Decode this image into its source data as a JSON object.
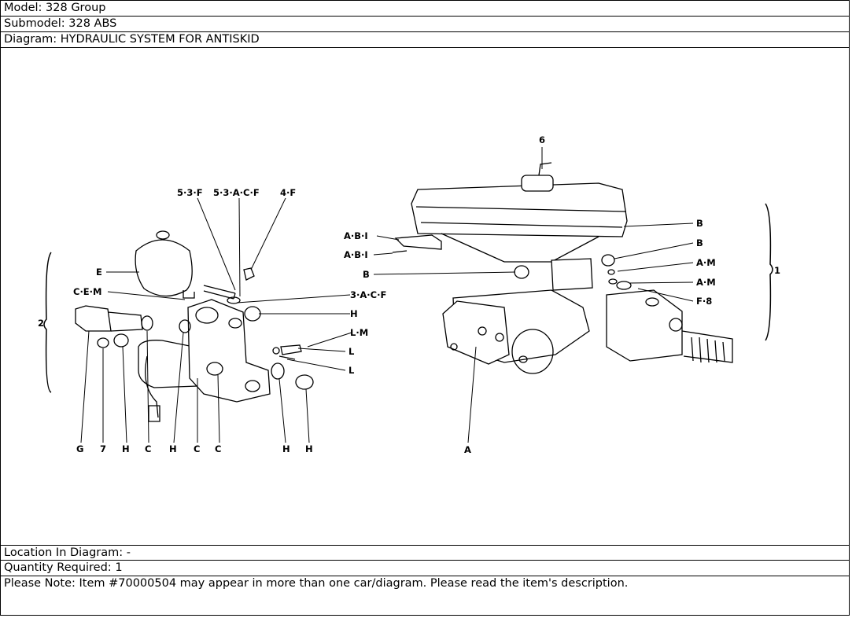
{
  "header": {
    "model_label": "Model:",
    "model": "328 Group",
    "submodel_label": "Submodel:",
    "submodel": "328 ABS",
    "diagram_label": "Diagram:",
    "diagram": "HYDRAULIC SYSTEM FOR ANTISKID"
  },
  "callouts": {
    "c_53f": "5·3·F",
    "c_53acf": "5·3·A·C·F",
    "c_4f": "4·F",
    "c_e": "E",
    "c_cem": "C·E·M",
    "c_3acf": "3·A·C·F",
    "c_h1": "H",
    "c_lm": "L·M",
    "c_l1": "L",
    "c_l2": "L",
    "c_2": "2",
    "b_g": "G",
    "b_7": "7",
    "b_h1": "H",
    "b_c1": "C",
    "b_h2": "H",
    "b_c2": "C",
    "b_c3": "C",
    "b_h3": "H",
    "b_h4": "H",
    "r_6": "6",
    "r_abi1": "A·B·I",
    "r_abi2": "A·B·I",
    "r_b1": "B",
    "r_b2": "B",
    "r_b3": "B",
    "r_am1": "A·M",
    "r_am2": "A·M",
    "r_f8": "F·8",
    "r_1": "1",
    "r_a": "A"
  },
  "footer": {
    "location_label": "Location In Diagram:",
    "location": "-",
    "quantity_label": "Quantity Required:",
    "quantity": "1",
    "note": "Please Note: Item #70000504 may appear in more than one car/diagram. Please read the item's description."
  }
}
